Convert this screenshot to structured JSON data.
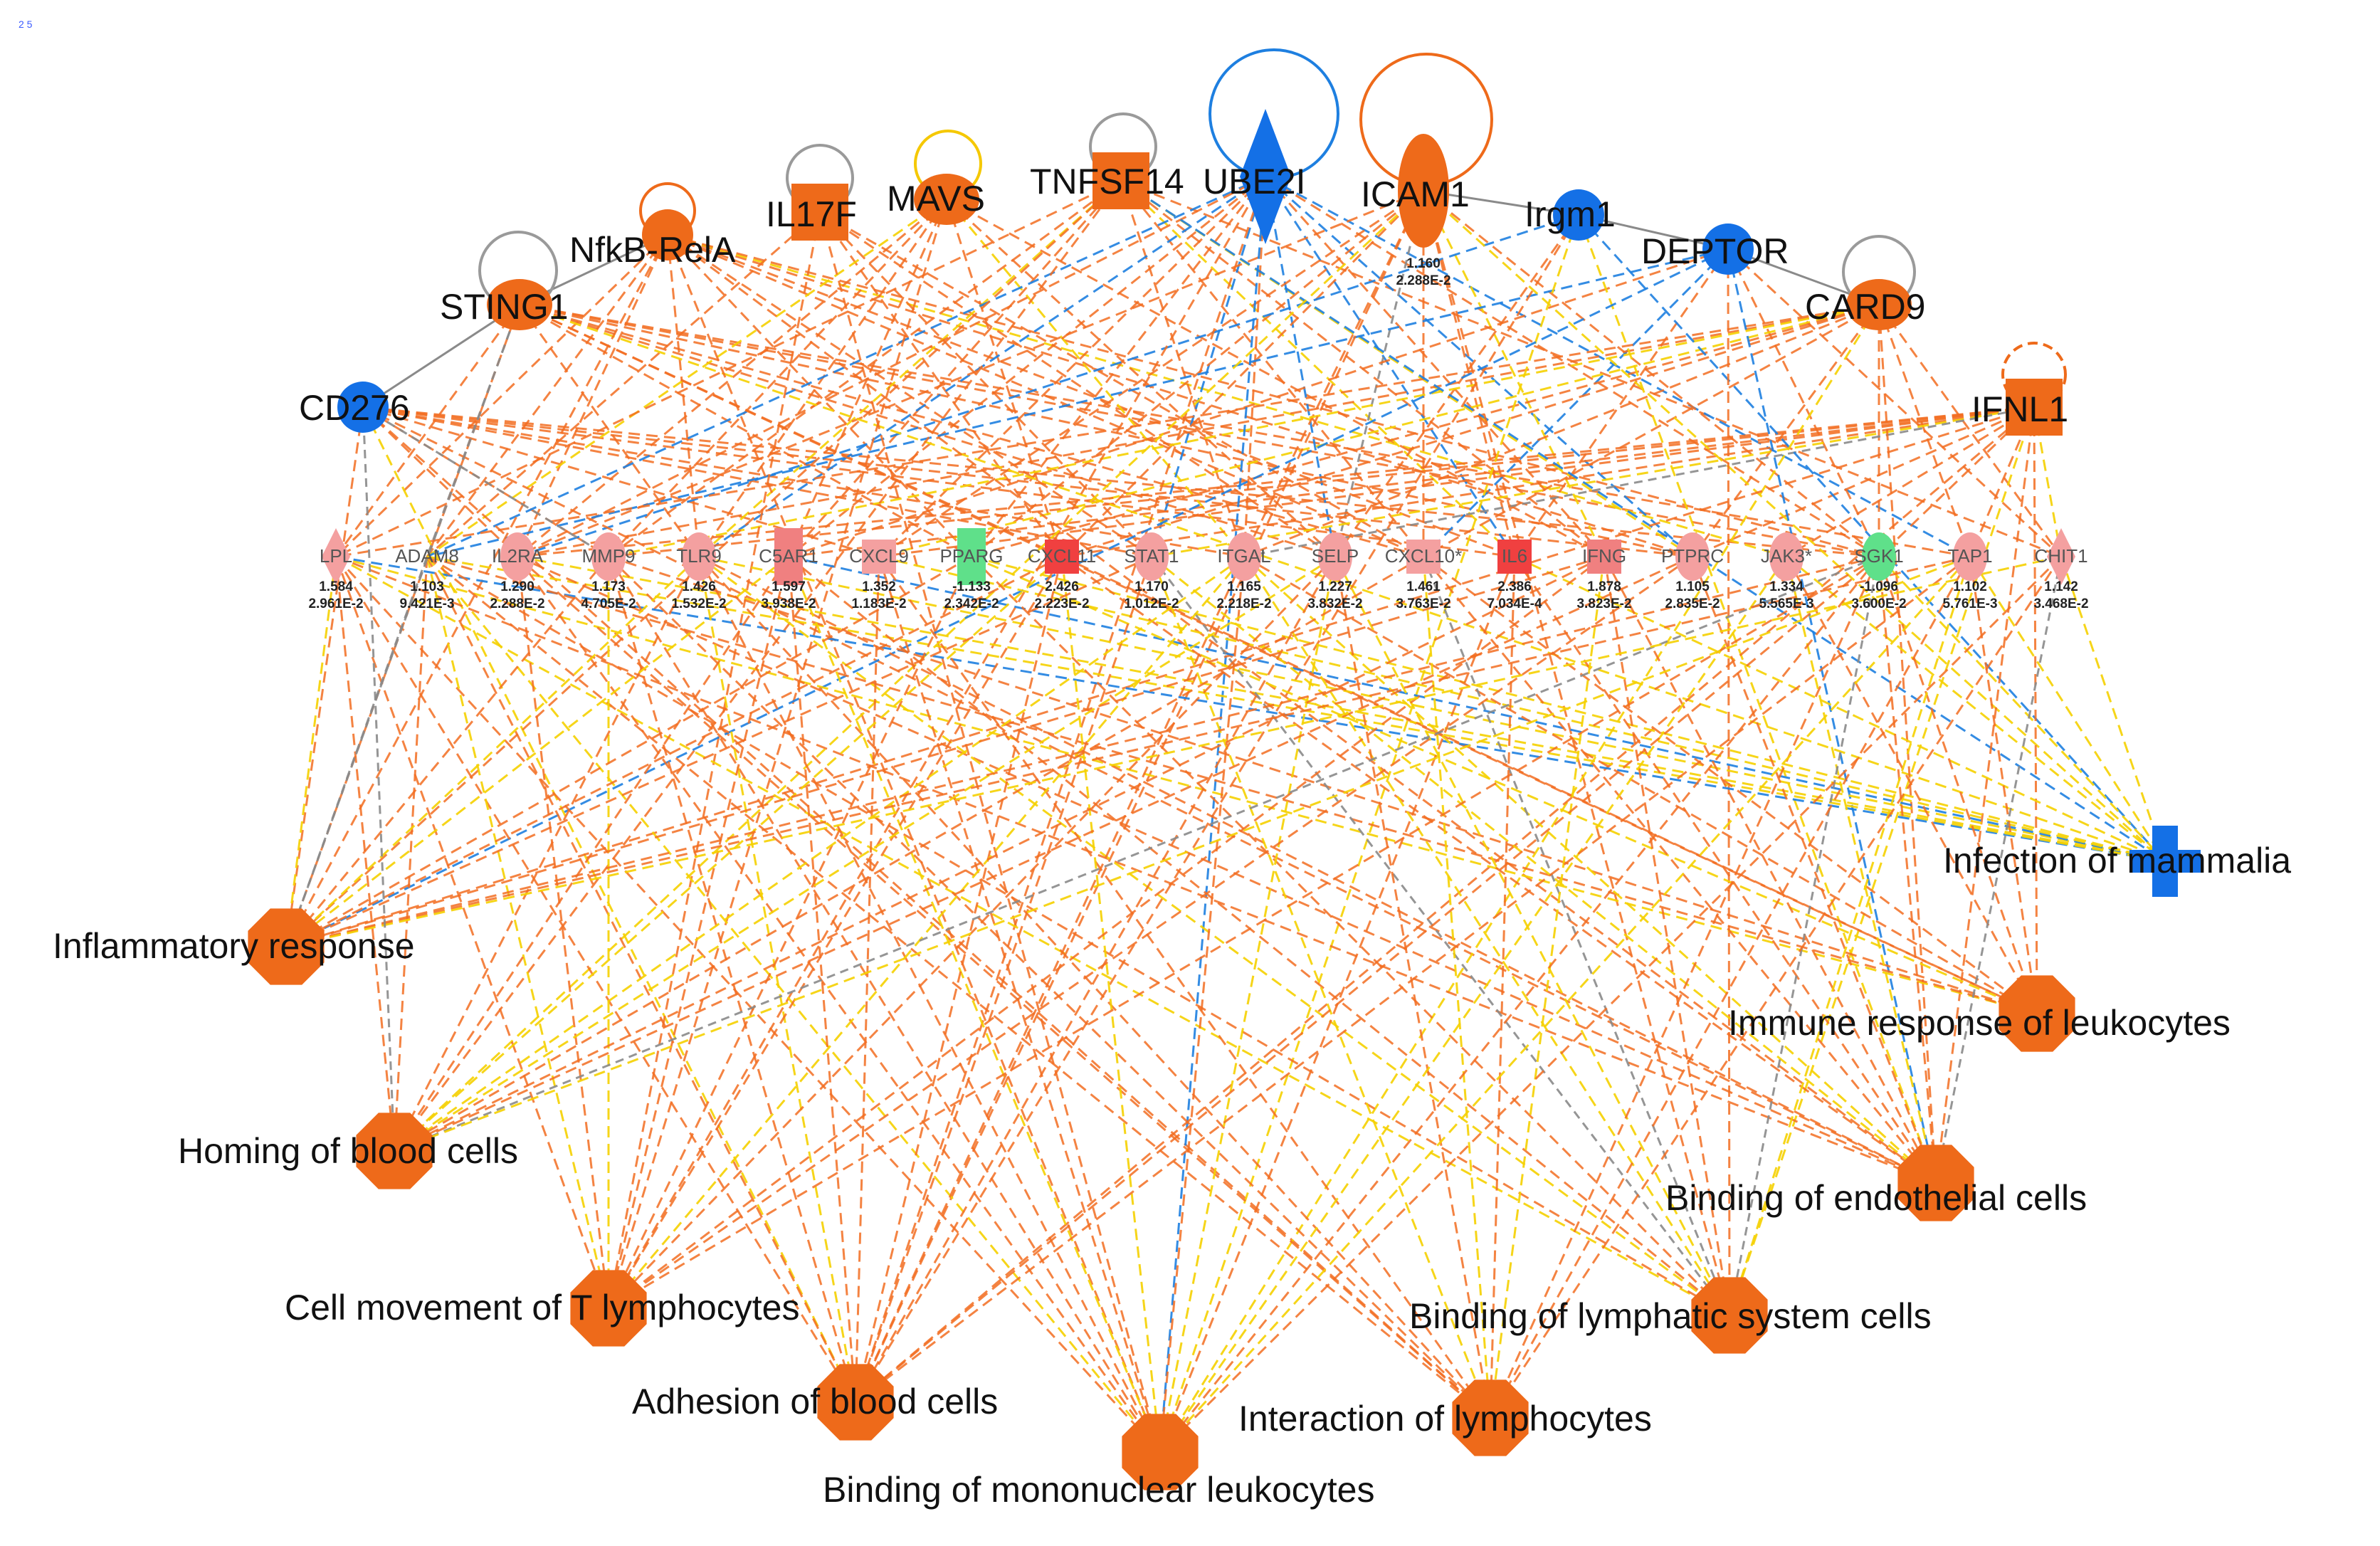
{
  "corner_label": "2 5",
  "colors": {
    "up_strong": "#ee6a1a",
    "up_light": "#f4a0a0",
    "up_red": "#f04040",
    "down_green": "#5fe08a",
    "predicted_inhibited": "#1470e6",
    "edge_activation": "#f26d21",
    "edge_inconsistent": "#f5d000",
    "edge_inhibition": "#1e7fe0",
    "edge_unpredicted": "#8a8a8a"
  },
  "upstream": [
    {
      "id": "CD276",
      "label": "CD276",
      "shape": "circle",
      "color": "#1470e6"
    },
    {
      "id": "STING1",
      "label": "STING1",
      "shape": "ellipse",
      "color": "#ee6a1a"
    },
    {
      "id": "NFKB",
      "label": "NfkB-RelA",
      "shape": "circle",
      "color": "#ee6a1a"
    },
    {
      "id": "IL17F",
      "label": "IL17F",
      "shape": "square",
      "color": "#ee6a1a"
    },
    {
      "id": "MAVS",
      "label": "MAVS",
      "shape": "ellipse",
      "color": "#ee6a1a"
    },
    {
      "id": "TNFSF14",
      "label": "TNFSF14",
      "shape": "square",
      "color": "#ee6a1a"
    },
    {
      "id": "UBE2I",
      "label": "UBE2I",
      "shape": "diamond",
      "color": "#1470e6"
    },
    {
      "id": "ICAM1",
      "label": "ICAM1",
      "shape": "tall-ellipse",
      "color": "#ee6a1a",
      "fc": "1.160",
      "p": "2.288E-2"
    },
    {
      "id": "IRGM1",
      "label": "Irgm1",
      "shape": "circle",
      "color": "#1470e6"
    },
    {
      "id": "DEPTOR",
      "label": "DEPTOR",
      "shape": "circle",
      "color": "#1470e6"
    },
    {
      "id": "CARD9",
      "label": "CARD9",
      "shape": "ellipse",
      "color": "#ee6a1a"
    },
    {
      "id": "IFNL1",
      "label": "IFNL1",
      "shape": "square",
      "color": "#ee6a1a"
    }
  ],
  "molecules": [
    {
      "id": "LPL",
      "label": "LPL",
      "fc": "1.584",
      "p": "2.961E-2",
      "color": "#f4a0a0",
      "shape": "diamond"
    },
    {
      "id": "ADAM8",
      "label": "ADAM8",
      "fc": "1.103",
      "p": "9.421E-3",
      "color": "#f4a0a0",
      "shape": "none"
    },
    {
      "id": "IL2RA",
      "label": "IL2RA",
      "fc": "1.290",
      "p": "2.288E-2",
      "color": "#f4a0a0",
      "shape": "ellipse"
    },
    {
      "id": "MMP9",
      "label": "MMP9",
      "fc": "1.173",
      "p": "4.705E-2",
      "color": "#f4a0a0",
      "shape": "ellipse"
    },
    {
      "id": "TLR9",
      "label": "TLR9",
      "fc": "1.426",
      "p": "1.532E-2",
      "color": "#f4a0a0",
      "shape": "ellipse"
    },
    {
      "id": "C5AR1",
      "label": "C5AR1",
      "fc": "1.597",
      "p": "3.938E-2",
      "color": "#f08080",
      "shape": "rect"
    },
    {
      "id": "CXCL9",
      "label": "CXCL9",
      "fc": "1.352",
      "p": "1.183E-2",
      "color": "#f4a0a0",
      "shape": "square"
    },
    {
      "id": "PPARG",
      "label": "PPARG",
      "fc": "-1.133",
      "p": "2.342E-2",
      "color": "#5fe08a",
      "shape": "rect"
    },
    {
      "id": "CXCL11",
      "label": "CXCL11",
      "fc": "2.426",
      "p": "2.223E-2",
      "color": "#f04040",
      "shape": "square"
    },
    {
      "id": "STAT1",
      "label": "STAT1",
      "fc": "1.170",
      "p": "1.012E-2",
      "color": "#f4a0a0",
      "shape": "ellipse"
    },
    {
      "id": "ITGAL",
      "label": "ITGAL",
      "fc": "1.165",
      "p": "2.218E-2",
      "color": "#f4a0a0",
      "shape": "ellipse"
    },
    {
      "id": "SELP",
      "label": "SELP",
      "fc": "1.227",
      "p": "3.832E-2",
      "color": "#f4a0a0",
      "shape": "ellipse"
    },
    {
      "id": "CXCL10",
      "label": "CXCL10*",
      "fc": "1.461",
      "p": "3.763E-2",
      "color": "#f4a0a0",
      "shape": "square"
    },
    {
      "id": "IL6",
      "label": "IL6",
      "fc": "2.386",
      "p": "7.034E-4",
      "color": "#f04040",
      "shape": "square"
    },
    {
      "id": "IFNG",
      "label": "IFNG",
      "fc": "1.878",
      "p": "3.823E-2",
      "color": "#f08080",
      "shape": "square"
    },
    {
      "id": "PTPRC",
      "label": "PTPRC",
      "fc": "1.105",
      "p": "2.835E-2",
      "color": "#f4a0a0",
      "shape": "ellipse"
    },
    {
      "id": "JAK3",
      "label": "JAK3*",
      "fc": "1.334",
      "p": "5.565E-3",
      "color": "#f4a0a0",
      "shape": "ellipse"
    },
    {
      "id": "SGK1",
      "label": "SGK1",
      "fc": "-1.096",
      "p": "3.600E-2",
      "color": "#5fe08a",
      "shape": "ellipse"
    },
    {
      "id": "TAP1",
      "label": "TAP1",
      "fc": "1.102",
      "p": "5.761E-3",
      "color": "#f4a0a0",
      "shape": "ellipse"
    },
    {
      "id": "CHIT1",
      "label": "CHIT1",
      "fc": "1.142",
      "p": "3.468E-2",
      "color": "#f4a0a0",
      "shape": "diamond"
    }
  ],
  "functions": [
    {
      "id": "F_INF",
      "label": "Inflammatory response",
      "color": "#ee6a1a"
    },
    {
      "id": "F_HOM",
      "label": "Homing of blood cells",
      "color": "#ee6a1a"
    },
    {
      "id": "F_TLY",
      "label": "Cell movement of T lymphocytes",
      "color": "#ee6a1a"
    },
    {
      "id": "F_ADH",
      "label": "Adhesion of blood cells",
      "color": "#ee6a1a"
    },
    {
      "id": "F_MON",
      "label": "Binding of mononuclear leukocytes",
      "color": "#ee6a1a"
    },
    {
      "id": "F_INT",
      "label": "Interaction of lymphocytes",
      "color": "#ee6a1a"
    },
    {
      "id": "F_LYM",
      "label": "Binding of lymphatic system cells",
      "color": "#ee6a1a"
    },
    {
      "id": "F_END",
      "label": "Binding of endothelial cells",
      "color": "#ee6a1a"
    },
    {
      "id": "F_IMM",
      "label": "Immune response of leukocytes",
      "color": "#ee6a1a"
    },
    {
      "id": "F_MAM",
      "label": "Infection of mammalia",
      "color": "#1470e6"
    }
  ]
}
